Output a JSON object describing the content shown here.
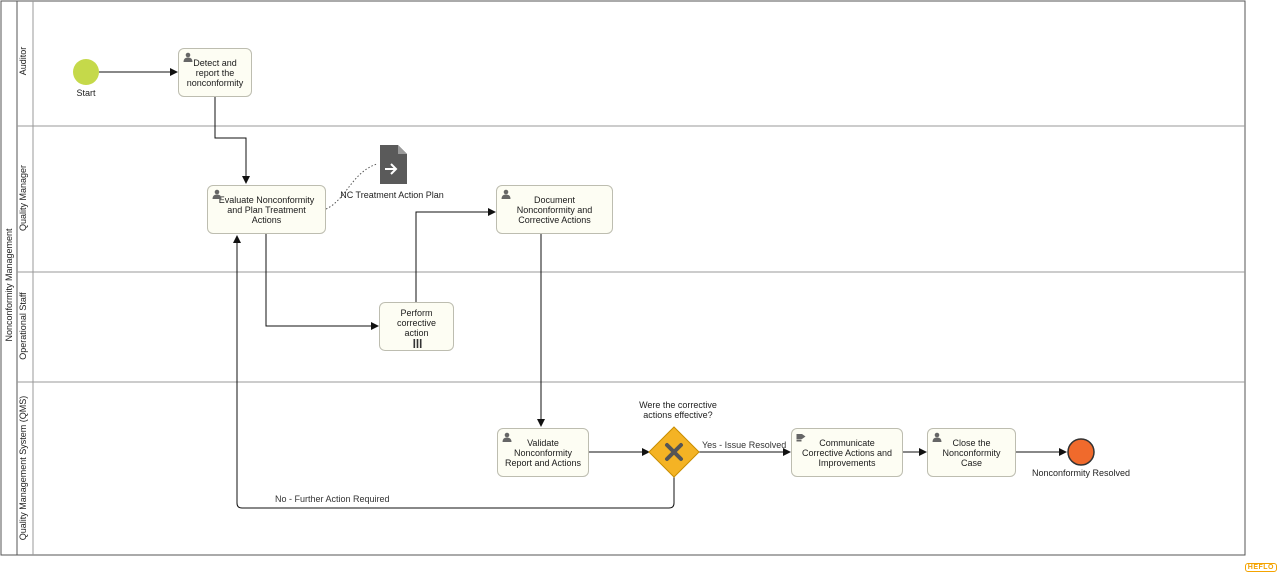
{
  "pool": {
    "name": "Nonconformity Management"
  },
  "lanes": [
    {
      "name": "Auditor"
    },
    {
      "name": "Quality Manager"
    },
    {
      "name": "Operational Staff"
    },
    {
      "name": "Quality Management System (QMS)"
    }
  ],
  "events": {
    "start": {
      "label": "Start",
      "color": "#c5d94a"
    },
    "end": {
      "label": "Nonconformity Resolved",
      "color": "#f06a2c"
    }
  },
  "tasks": {
    "detect": {
      "label": "Detect and\nreport the\nnonconformity",
      "icon": "user-icon"
    },
    "evaluate": {
      "label": "Evaluate Nonconformity\nand Plan Treatment\nActions",
      "icon": "user-icon"
    },
    "document": {
      "label": "Document\nNonconformity and\nCorrective Actions",
      "icon": "user-icon"
    },
    "perform": {
      "label": "Perform\ncorrective\naction",
      "marker": "multi-instance-marker"
    },
    "validate": {
      "label": "Validate\nNonconformity\nReport and Actions",
      "icon": "user-icon"
    },
    "communicate": {
      "label": "Communicate\nCorrective Actions and\nImprovements",
      "icon": "send-hand-icon"
    },
    "close": {
      "label": "Close the\nNonconformity\nCase",
      "icon": "user-icon"
    }
  },
  "artifacts": {
    "plan": {
      "label": "NC Treatment Action Plan",
      "icon": "data-output-icon"
    }
  },
  "gateway": {
    "question": "Were the corrective\nactions effective?",
    "color": "#f4b324"
  },
  "flows": {
    "yes": "Yes - Issue Resolved",
    "no": "No - Further Action Required"
  },
  "brand": "HEFLO"
}
